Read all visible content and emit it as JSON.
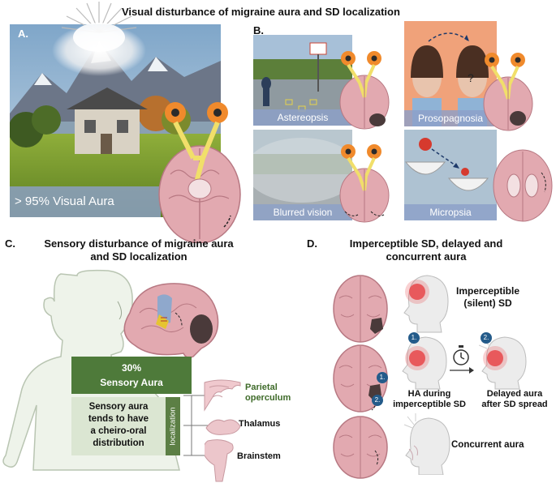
{
  "title": "Visual disturbance of migraine aura and SD localization",
  "panel_a": {
    "letter": "A.",
    "caption": "> 95% Visual Aura"
  },
  "panel_b": {
    "letter": "B.",
    "tiles": [
      {
        "caption": "Astereopsis"
      },
      {
        "caption": "Prosopagnosia"
      },
      {
        "caption": "Blurred  vision"
      },
      {
        "caption": "Micropsia"
      }
    ],
    "question_mark": "?"
  },
  "panel_c": {
    "letter": "C.",
    "title_line1": "Sensory disturbance of migraine aura",
    "title_line2": "and SD localization",
    "percent": "30%",
    "percent_label": "Sensory Aura",
    "desc_line1": "Sensory aura",
    "desc_line2": "tends to have",
    "desc_line3": "a cheiro-oral",
    "desc_line4": "distribution",
    "localization_label": "localization",
    "regions": [
      {
        "label_line1": "Parietal",
        "label_line2": "operculum"
      },
      {
        "label_line1": "Thalamus",
        "label_line2": ""
      },
      {
        "label_line1": "Brainstem",
        "label_line2": ""
      }
    ]
  },
  "panel_d": {
    "letter": "D.",
    "title_line1": "Imperceptible SD, delayed and",
    "title_line2": "concurrent aura",
    "row1_line1": "Imperceptible",
    "row1_line2": "(silent) SD",
    "marker1": "1.",
    "marker2": "2.",
    "row2a_line1": "HA during",
    "row2a_line2": "imperceptible SD",
    "row2b_line1": "Delayed aura",
    "row2b_line2": "after SD spread",
    "row3": "Concurrent aura"
  },
  "colors": {
    "caption_bar": "#8ca0c8",
    "brain_pink": "#e2a9b0",
    "sensory_green": "#4e7a3a",
    "sensory_light": "#dbe6d2",
    "parietal_green": "#3f6b2a",
    "headache_red": "#e8464a",
    "sd_dark": "#4a3a3a"
  }
}
